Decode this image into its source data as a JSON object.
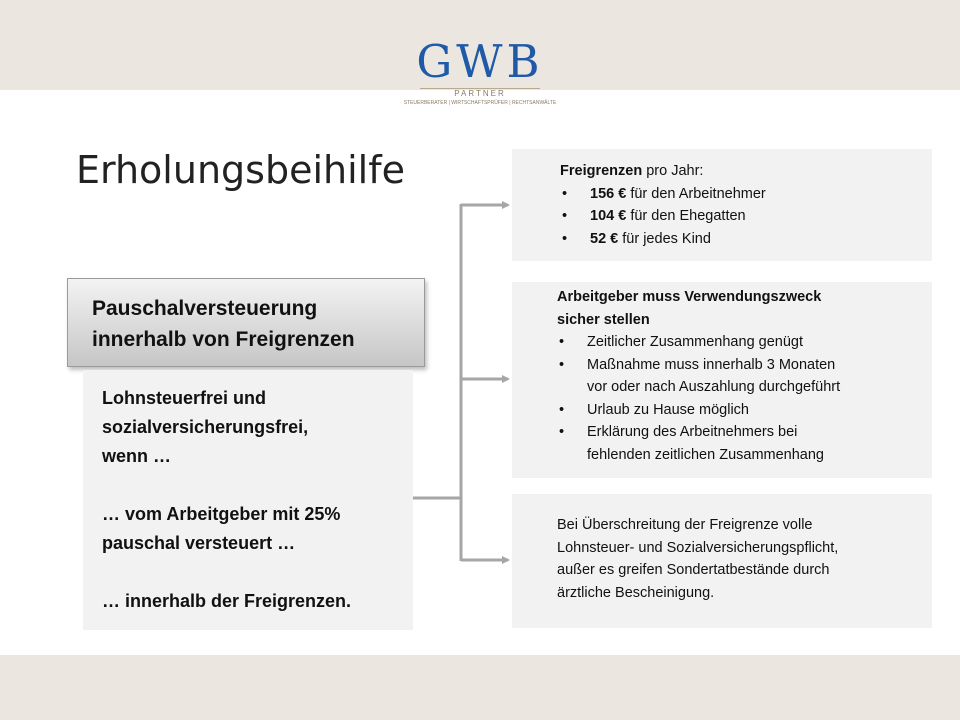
{
  "logo": {
    "word": "GWB",
    "sub": "PARTNER",
    "tagline": "STEUERBERATER | WIRTSCHAFTSPRÜFER | RECHTSANWÄLTE"
  },
  "title": "Erholungsbeihilfe",
  "headbox": {
    "line1": "Pauschalversteuerung",
    "line2": "innerhalb von Freigrenzen"
  },
  "leftbox": {
    "line1": "Lohnsteuerfrei und",
    "line2": "sozialversicherungsfrei,",
    "line3": "wenn …",
    "line4": "… vom Arbeitgeber mit 25%",
    "line5": "pauschal versteuert …",
    "line6": "… innerhalb der Freigrenzen."
  },
  "box1": {
    "heading_bold": "Freigrenzen",
    "heading_rest": " pro Jahr:",
    "items": [
      {
        "amount": "156 €",
        "text": " für den Arbeitnehmer"
      },
      {
        "amount": "104 €",
        "text": " für den Ehegatten"
      },
      {
        "amount": "52 €",
        "text": " für jedes Kind"
      }
    ]
  },
  "box2": {
    "heading_line1": "Arbeitgeber muss Verwendungszweck",
    "heading_line2": "sicher stellen",
    "items": [
      {
        "line1": "Zeitlicher Zusammenhang genügt",
        "line2": ""
      },
      {
        "line1": "Maßnahme muss innerhalb 3 Monaten",
        "line2": "vor oder nach Auszahlung durchgeführt"
      },
      {
        "line1": "Urlaub zu Hause möglich",
        "line2": ""
      },
      {
        "line1": "Erklärung des Arbeitnehmers bei",
        "line2": "fehlenden zeitlichen Zusammenhang"
      }
    ]
  },
  "box3": {
    "line1": "Bei Überschreitung der Freigrenze volle",
    "line2": "Lohnsteuer- und Sozialversicherungspflicht,",
    "line3": "außer es greifen Sondertatbestände durch",
    "line4": "ärztliche Bescheinigung."
  },
  "colors": {
    "band": "#ebe6df",
    "logo_blue": "#1f5aa8",
    "box_gray": "#f2f2f2",
    "connector": "#a6a6a6"
  }
}
